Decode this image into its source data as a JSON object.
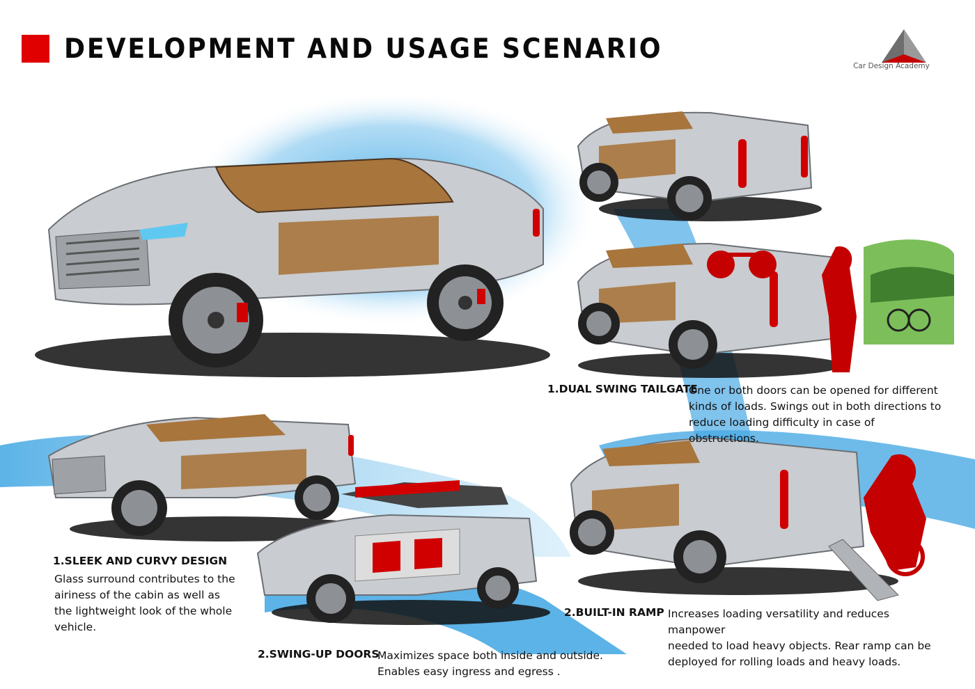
{
  "header": {
    "title": "DEVELOPMENT AND USAGE SCENARIO",
    "logo_text": "Car Design Academy"
  },
  "colors": {
    "accent_red": "#e00000",
    "sky_blue": "#3fa6e3",
    "body_silver": "#c9ccd0",
    "roof_bronze": "#a8753c"
  },
  "features": {
    "dual_swing_tailgate": {
      "heading": "1.DUAL SWING TAILGATE",
      "lines": [
        "One or both doors can be opened for different",
        "kinds of loads. Swings out in both directions to",
        "reduce loading difficulty in case of obstructions."
      ]
    },
    "sleek_design": {
      "heading": "1.SLEEK AND CURVY DESIGN",
      "lines": [
        "Glass surround contributes to the",
        "airiness of the cabin as well as",
        "the lightweight look of the whole",
        "vehicle."
      ]
    },
    "swing_up_doors": {
      "heading": "2.SWING-UP DOORS",
      "lines": [
        "Maximizes space both inside and outside.",
        "Enables easy ingress and egress ."
      ]
    },
    "built_in_ramp": {
      "heading": "2.BUILT-IN RAMP",
      "lines": [
        "Increases loading versatility and reduces manpower",
        "needed to load heavy objects. Rear ramp can be",
        "deployed for rolling loads and heavy loads."
      ]
    }
  }
}
